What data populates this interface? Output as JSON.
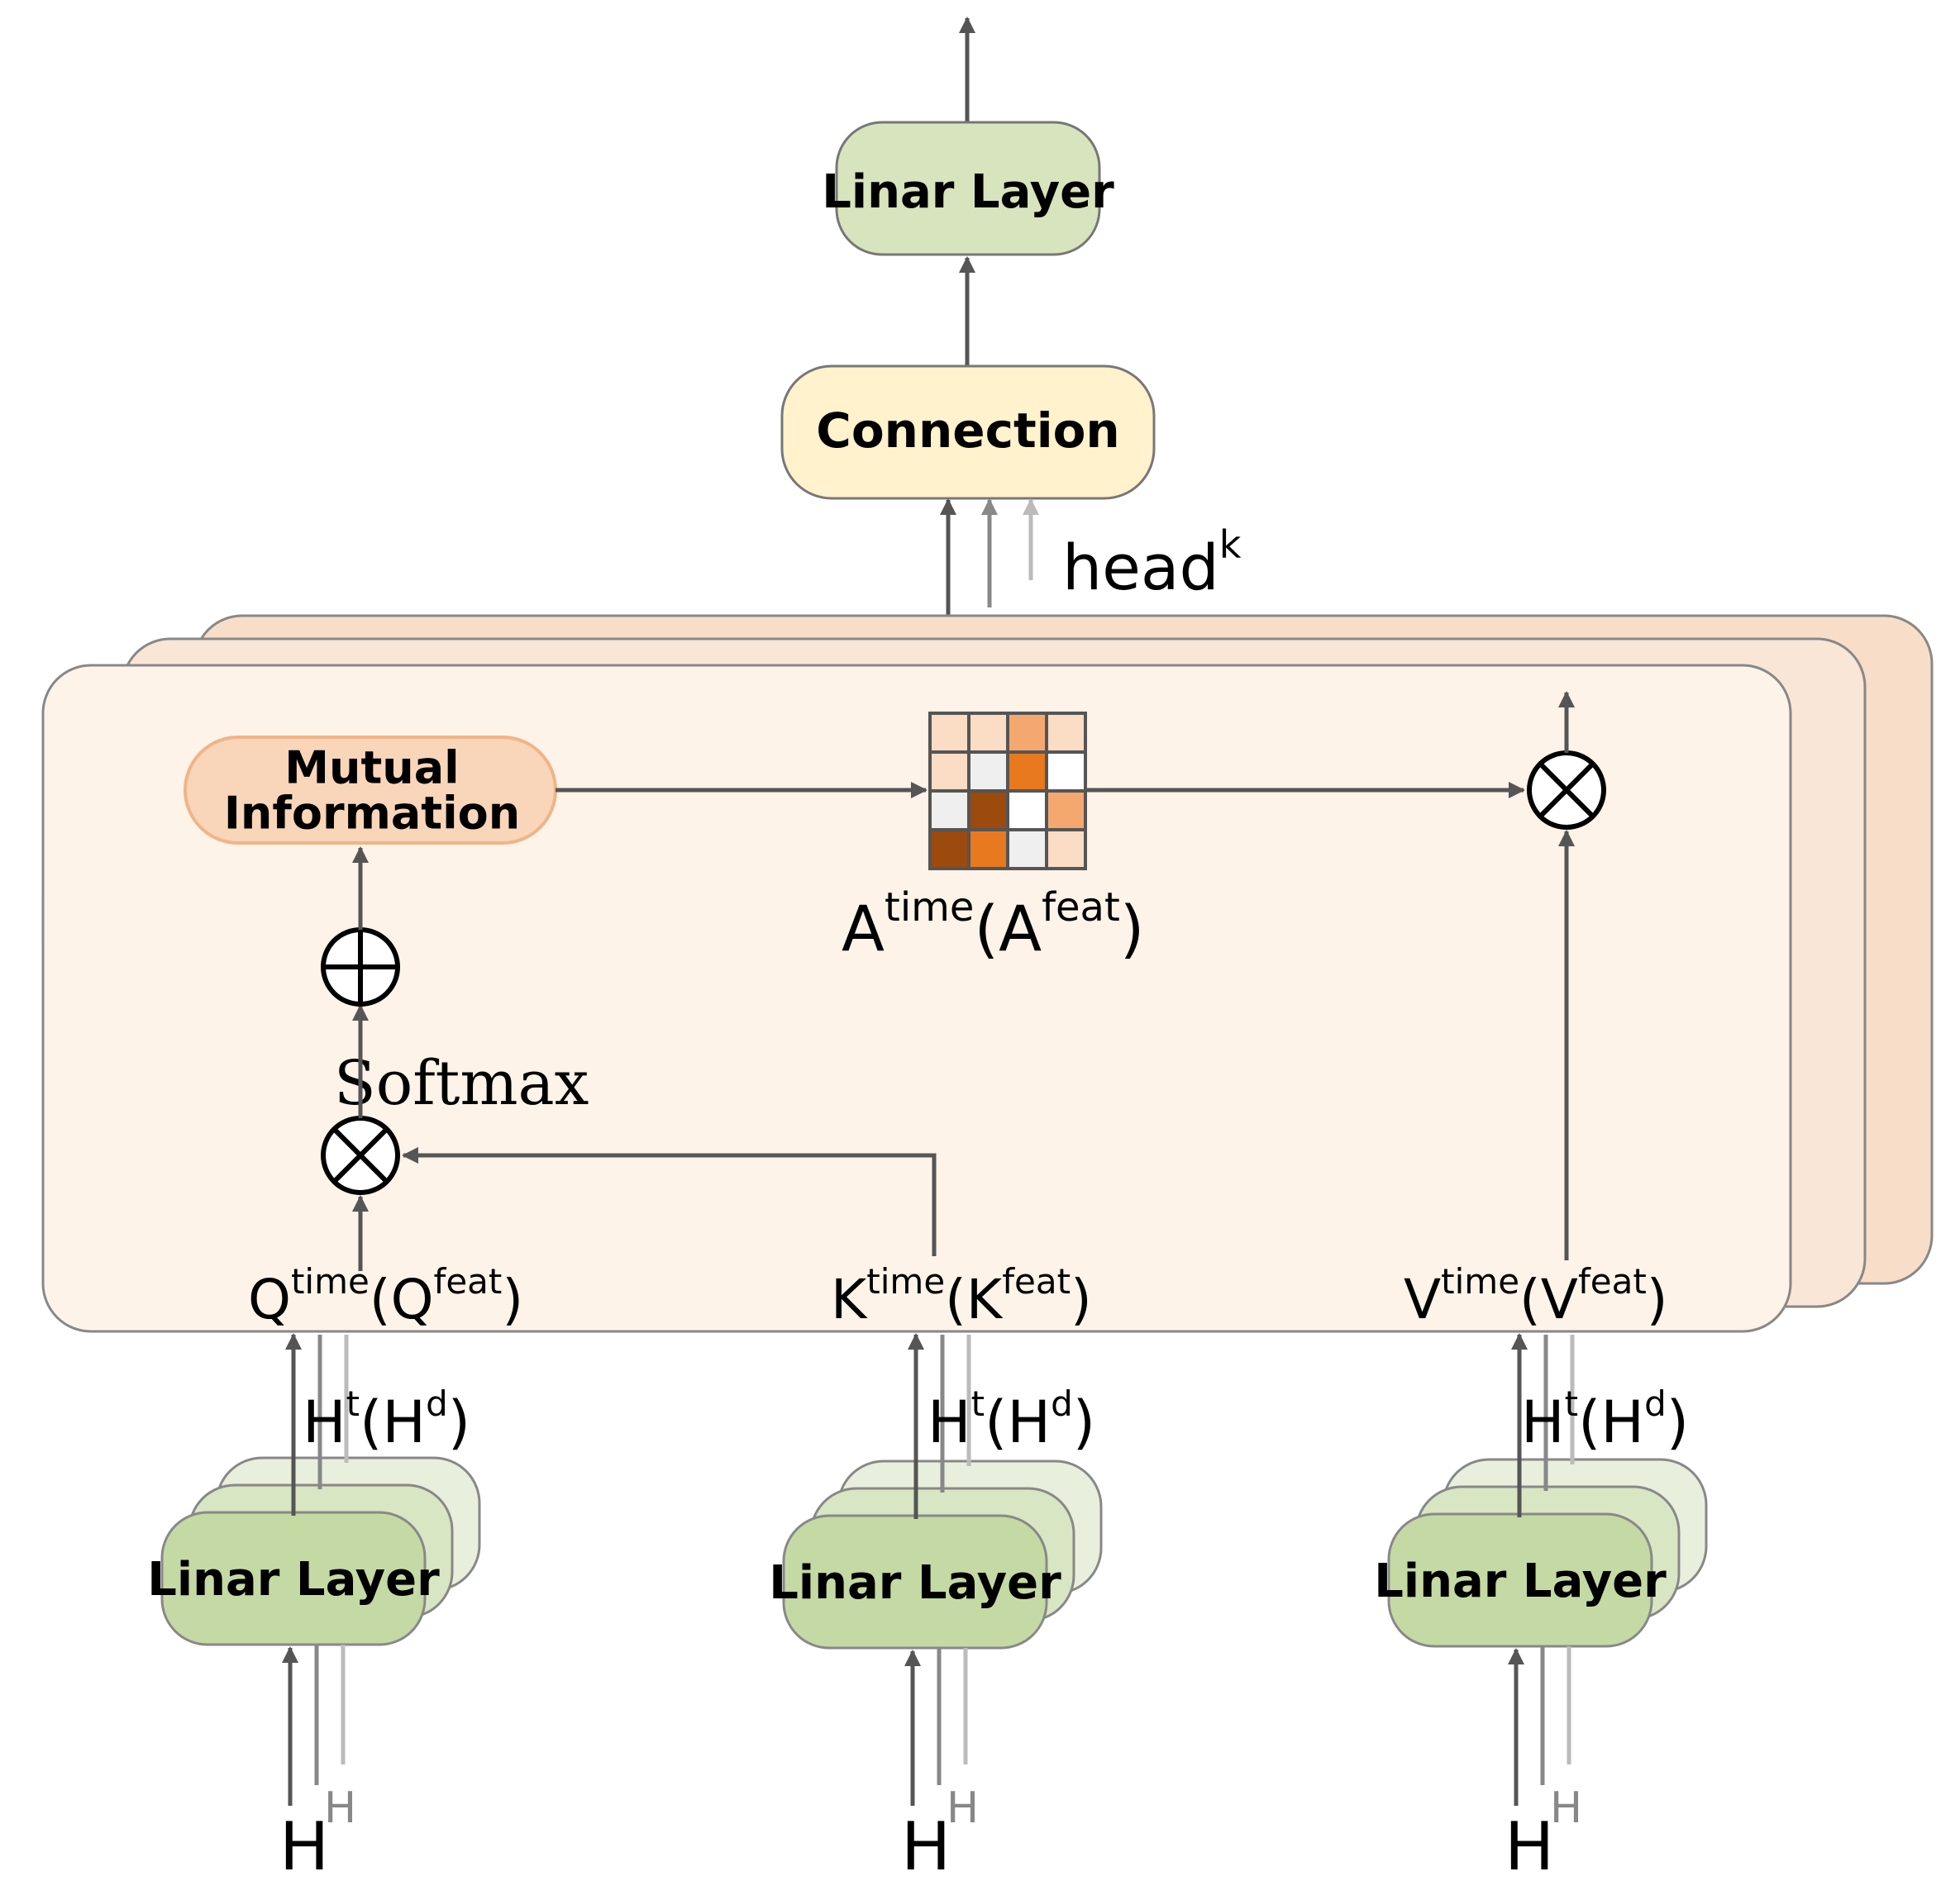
{
  "top_linear": {
    "label": "Linar Layer"
  },
  "connection": {
    "label": "Connection"
  },
  "head_label": {
    "base": "head",
    "sup": "k"
  },
  "mutual_information": {
    "line1": "Mutual",
    "line2": "Information"
  },
  "attention_label": {
    "base1": "A",
    "sup1": "time",
    "mid": "(A",
    "sup2": "feat",
    "end": ")"
  },
  "softmax": "Softmax",
  "branches": [
    {
      "proj": {
        "base1": "Q",
        "sup1": "time",
        "mid": "(Q",
        "sup2": "feat",
        "end": ")"
      },
      "ht": {
        "base1": "H",
        "sup1": "t",
        "mid": "(H",
        "sup2": "d",
        "end": ")"
      },
      "linear_label": "Linar Layer",
      "input_main": "H",
      "input_small": "H"
    },
    {
      "proj": {
        "base1": "K",
        "sup1": "time",
        "mid": "(K",
        "sup2": "feat",
        "end": ")"
      },
      "ht": {
        "base1": "H",
        "sup1": "t",
        "mid": "(H",
        "sup2": "d",
        "end": ")"
      },
      "linear_label": "Linar Layer",
      "input_main": "H",
      "input_small": "H"
    },
    {
      "proj": {
        "base1": "V",
        "sup1": "time",
        "mid": "(V",
        "sup2": "feat",
        "end": ")"
      },
      "ht": {
        "base1": "H",
        "sup1": "t",
        "mid": "(H",
        "sup2": "d",
        "end": ")"
      },
      "linear_label": "Linar Layer",
      "input_main": "H",
      "input_small": "H"
    }
  ],
  "colors": {
    "linear_green": "#c5d9a5",
    "linear_green_light": "#e8efdc",
    "top_linear_green": "#d7e4bd",
    "connection_yellow": "#fff2cc",
    "head_panel": "#fdf3e8",
    "head_panel_back": "#f8ddc8",
    "mutual_info": "#f9d5b9",
    "matrix_dark": "#9c4a0e",
    "matrix_orange": "#e8791f",
    "matrix_light_orange": "#f4a870",
    "matrix_pale": "#fbdcc5",
    "matrix_grey": "#efefef"
  },
  "attention_matrix": [
    [
      "pale",
      "pale",
      "light_orange",
      "pale"
    ],
    [
      "pale",
      "grey",
      "orange",
      "white"
    ],
    [
      "grey",
      "dark",
      "white",
      "light_orange"
    ],
    [
      "dark",
      "orange",
      "grey",
      "pale"
    ]
  ]
}
